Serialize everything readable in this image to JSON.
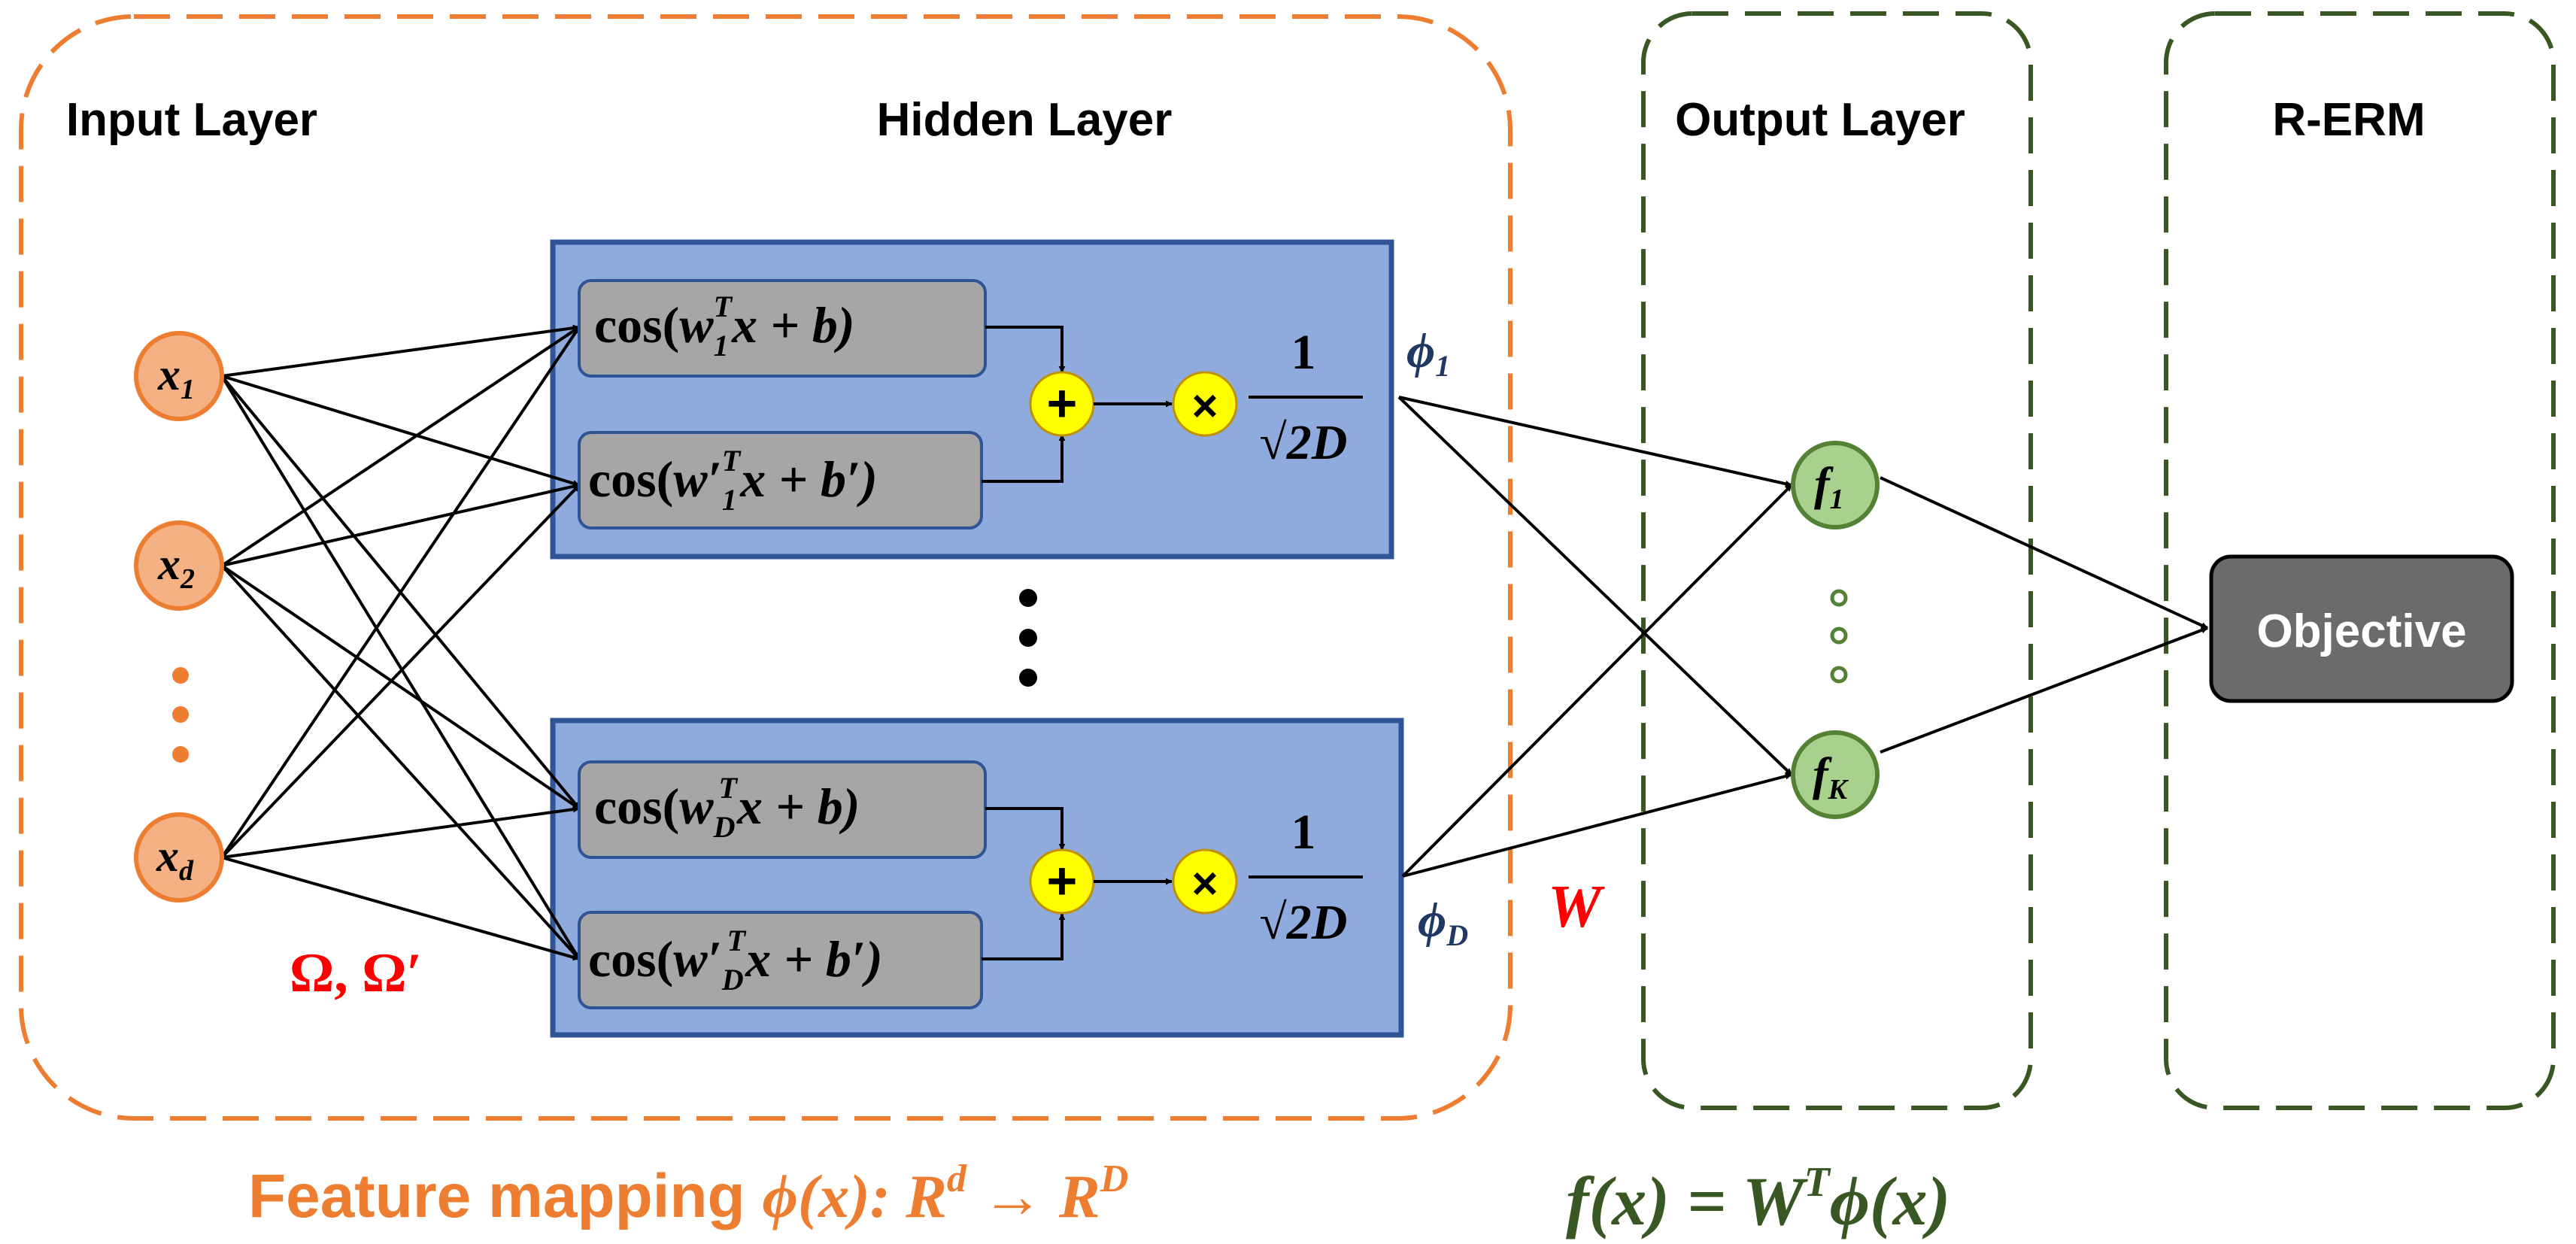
{
  "headers": {
    "input_layer": "Input Layer",
    "hidden_layer": "Hidden Layer",
    "output_layer": "Output Layer",
    "rerm": "R-ERM"
  },
  "inputs": {
    "x1": {
      "base": "x",
      "sub": "1"
    },
    "x2": {
      "base": "x",
      "sub": "2"
    },
    "xd": {
      "base": "x",
      "sub": "d"
    }
  },
  "weights_label": {
    "omega": "Ω",
    "sep": ", ",
    "omega_prime": "Ω′"
  },
  "hidden_blocks": {
    "top": {
      "cos1": {
        "pre": "cos(",
        "w": "w",
        "sub": "1",
        "sup": "T",
        "post": "x + b)"
      },
      "cos2": {
        "pre": "cos(",
        "w": "w′",
        "sub": "1",
        "sup": "T",
        "post": "x + b′)"
      },
      "phi": {
        "base": "ϕ",
        "sub": "1"
      }
    },
    "bottom": {
      "cos1": {
        "pre": "cos(",
        "w": "w",
        "sub": "D",
        "sup": "T",
        "post": "x + b)"
      },
      "cos2": {
        "pre": "cos(",
        "w": "w′",
        "sub": "D",
        "sup": "T",
        "post": "x + b′)"
      },
      "phi": {
        "base": "ϕ",
        "sub": "D"
      }
    },
    "plus": "+",
    "times": "×",
    "fraction": {
      "num": "1",
      "den": "2D",
      "radical": "√"
    }
  },
  "w_label": "W",
  "outputs": {
    "f1": {
      "base": "f",
      "sub": "1"
    },
    "fK": {
      "base": "f",
      "sub": "K"
    }
  },
  "objective": "Objective",
  "caption_feature": {
    "text": "Feature mapping ",
    "formula": "ϕ(x): R",
    "sup1": "d",
    "arrow": " → R",
    "sup2": "D"
  },
  "caption_output": {
    "lhs": "f(x) = W",
    "sup": "T",
    "rhs": "ϕ(x)"
  },
  "colors": {
    "orange": "#ED7D31",
    "orange_fill": "#F4B183",
    "green": "#385723",
    "green_fill": "#A9D18E",
    "blue_fill": "#8FAADC",
    "blue_border": "#2F5597",
    "gray_fill": "#A6A6A6",
    "yellow": "#FFFF00",
    "red": "#FF0000",
    "navy": "#203864",
    "objective_fill": "#6B6B6B"
  }
}
